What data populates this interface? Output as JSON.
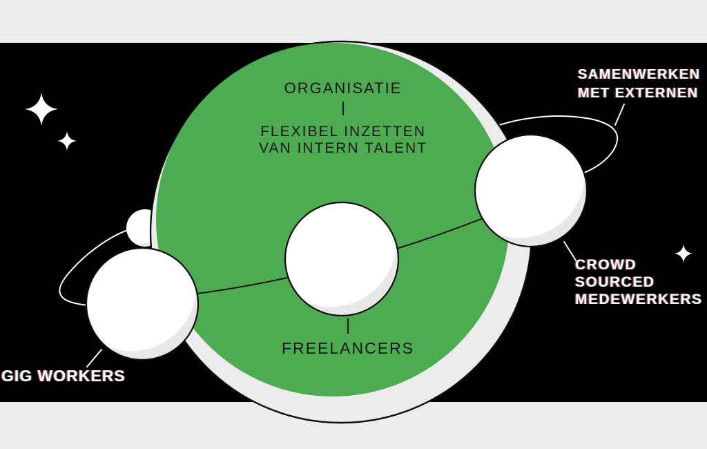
{
  "diagram": {
    "planet": {
      "title": "ORGANISATIE",
      "subtitle_line1": "FLEXIBEL INZETTEN",
      "subtitle_line2": "VAN INTERN TALENT"
    },
    "center_moon": {
      "label": "FREELANCERS"
    },
    "left_moon": {
      "label": "GIG WORKERS"
    },
    "right_orbit": {
      "label_line1": "SAMENWERKEN",
      "label_line2": "MET EXTERNEN"
    },
    "right_moon": {
      "label_line1": "CROWD",
      "label_line2": "SOURCED",
      "label_line3": "MEDEWERKERS"
    }
  },
  "colors": {
    "background": "#000000",
    "band_gray": "#ececec",
    "planet_green": "#4dac52",
    "planet_shadow_gray": "#ececec",
    "moon_white": "#ffffff",
    "moon_shade_gray": "#e8e8e8",
    "outline_black": "#0d0d0d",
    "label_white": "#ffffff",
    "label_dark": "#161616"
  },
  "icons": {
    "sparkle_large": "sparkle-icon",
    "sparkle_small": "sparkle-icon",
    "sparkle_right": "sparkle-icon"
  }
}
